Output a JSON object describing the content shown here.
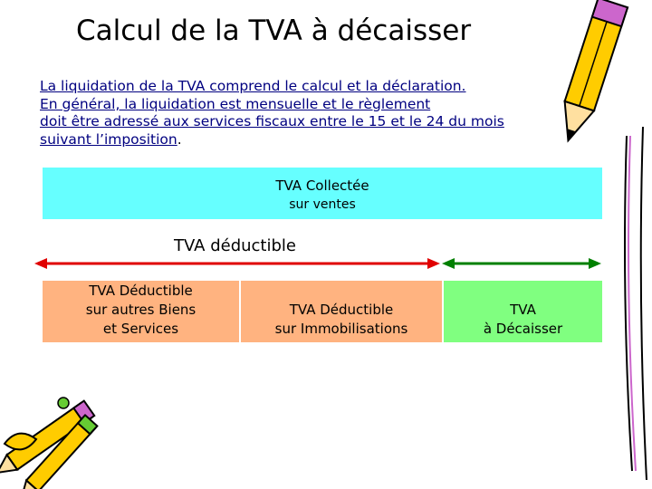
{
  "title": "Calcul de la TVA à décaisser",
  "intro": {
    "line1": "La liquidation de la TVA comprend le calcul et la déclaration.",
    "line2": "En général, la liquidation est mensuelle et le règlement",
    "line3": "doit être adressé aux services fiscaux entre le 15 et le 24 du mois",
    "line4": "suivant l’imposition",
    "line4_end": "."
  },
  "collectee": {
    "line1": "TVA Collectée",
    "line2": "sur ventes"
  },
  "deductible_label": "TVA déductible",
  "box_biens": {
    "line1": "TVA Déductible",
    "line2": "sur autres Biens",
    "line3": "et Services"
  },
  "box_immo": {
    "line1": "TVA Déductible",
    "line2": "sur Immobilisations"
  },
  "box_tva": {
    "line1": "TVA",
    "line2": "à Décaisser"
  },
  "colors": {
    "collectee_bg": "#66ffff",
    "deductible_bg": "#ffb380",
    "decaisser_bg": "#80ff80",
    "red_arrow": "#e00000",
    "green_arrow": "#008000",
    "link_text": "#000080"
  },
  "icons": {
    "top_right": "pencil-icon",
    "bottom_left": "pencils-icon"
  }
}
